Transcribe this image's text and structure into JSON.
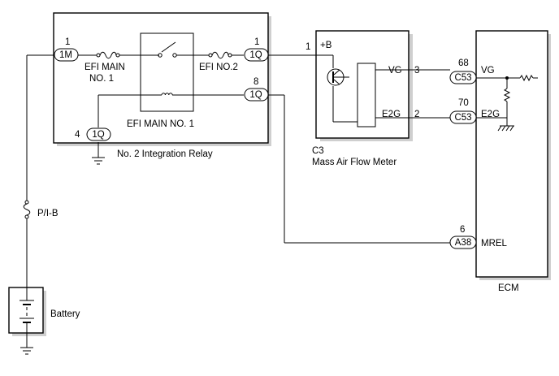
{
  "relay": {
    "title": "No. 2 Integration Relay",
    "fuse1_line1": "EFI MAIN",
    "fuse1_line2": "NO. 1",
    "fuse2": "EFI NO.2",
    "coil_relay": "EFI MAIN NO. 1",
    "pin_1m_num": "1",
    "pin_1m": "1M",
    "pin_1q_out_num": "1",
    "pin_1q_out": "1Q",
    "pin_8_num": "8",
    "pin_8": "1Q",
    "pin_4_num": "4",
    "pin_4": "1Q"
  },
  "maf": {
    "id": "C3",
    "name": "Mass Air Flow Meter",
    "pin_in_num": "1",
    "pin_in_label": "+B",
    "vg_label": "VG",
    "vg_num": "3",
    "e2g_label": "E2G",
    "e2g_num": "2"
  },
  "ecm": {
    "name": "ECM",
    "vg_num": "68",
    "vg_conn": "C53",
    "vg_label": "VG",
    "e2g_num": "70",
    "e2g_conn": "C53",
    "e2g_label": "E2G",
    "mrel_num": "6",
    "mrel_conn": "A38",
    "mrel_label": "MREL"
  },
  "fuse_pib": "P/I-B",
  "battery": "Battery"
}
